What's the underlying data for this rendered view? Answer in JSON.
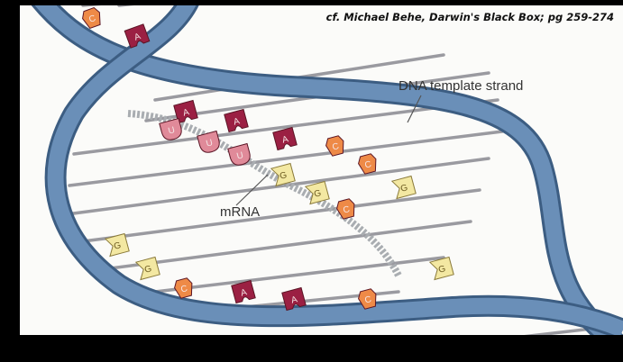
{
  "citation": "cf. Michael Behe, Darwin's Black Box; pg 259-274",
  "labels": {
    "dna_template_strand": "DNA  template strand",
    "mrna": "mRNA"
  },
  "colors": {
    "helix": "#5a7fa6",
    "helix_dark": "#3c5d82",
    "rung": "#9a9aa0",
    "mrna": "#a9adb1",
    "adenine": "#9b2043",
    "uracil": "#e08a99",
    "cytosine": "#ee8a47",
    "guanine": "#f3e8a2",
    "dark_base": "#8e1838"
  },
  "bases": [
    {
      "letter": "C",
      "kind": "cytosine"
    },
    {
      "letter": "A",
      "kind": "adenine"
    },
    {
      "letter": "A",
      "kind": "adenine"
    },
    {
      "letter": "A",
      "kind": "adenine"
    },
    {
      "letter": "A",
      "kind": "adenine"
    },
    {
      "letter": "U",
      "kind": "uracil"
    },
    {
      "letter": "U",
      "kind": "uracil"
    },
    {
      "letter": "U",
      "kind": "uracil"
    },
    {
      "letter": "C",
      "kind": "cytosine"
    },
    {
      "letter": "C",
      "kind": "cytosine"
    },
    {
      "letter": "G",
      "kind": "guanine"
    },
    {
      "letter": "G",
      "kind": "guanine"
    },
    {
      "letter": "G",
      "kind": "guanine"
    },
    {
      "letter": "C",
      "kind": "cytosine"
    },
    {
      "letter": "G",
      "kind": "guanine"
    },
    {
      "letter": "G",
      "kind": "guanine"
    },
    {
      "letter": "C",
      "kind": "cytosine"
    },
    {
      "letter": "A",
      "kind": "adenine"
    },
    {
      "letter": "A",
      "kind": "adenine"
    },
    {
      "letter": "C",
      "kind": "cytosine"
    },
    {
      "letter": "G",
      "kind": "guanine"
    }
  ]
}
